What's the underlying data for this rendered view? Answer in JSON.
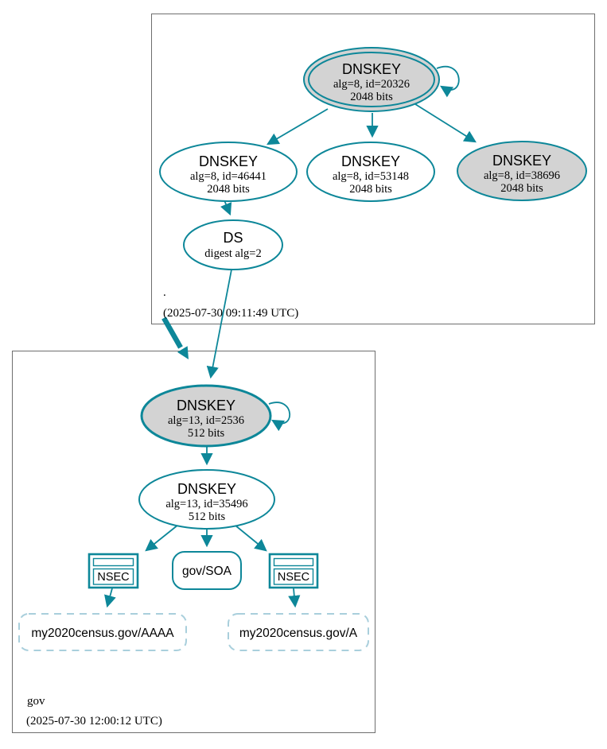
{
  "colors": {
    "accent_teal": "#0d8799",
    "node_gray_fill": "#d3d3d3",
    "cluster_border": "#6e6e6e",
    "insecure_dashed_border": "#a9cfdc"
  },
  "zones": {
    "root": {
      "label": ".",
      "timestamp": "(2025-07-30 09:11:49 UTC)"
    },
    "gov": {
      "label": "gov",
      "timestamp": "(2025-07-30 12:00:12 UTC)"
    }
  },
  "nodes": {
    "root_ksk": {
      "title": "DNSKEY",
      "meta": "alg=8, id=20326",
      "size": "2048 bits"
    },
    "root_zsk_46441": {
      "title": "DNSKEY",
      "meta": "alg=8, id=46441",
      "size": "2048 bits"
    },
    "root_zsk_53148": {
      "title": "DNSKEY",
      "meta": "alg=8, id=53148",
      "size": "2048 bits"
    },
    "root_key_38696": {
      "title": "DNSKEY",
      "meta": "alg=8, id=38696",
      "size": "2048 bits"
    },
    "root_ds": {
      "title": "DS",
      "meta": "digest alg=2"
    },
    "gov_ksk": {
      "title": "DNSKEY",
      "meta": "alg=13, id=2536",
      "size": "512 bits"
    },
    "gov_zsk": {
      "title": "DNSKEY",
      "meta": "alg=13, id=35496",
      "size": "512 bits"
    },
    "gov_nsec_left": {
      "label": "NSEC"
    },
    "gov_soa": {
      "label": "gov/SOA"
    },
    "gov_nsec_right": {
      "label": "NSEC"
    },
    "rrset_aaaa": {
      "label": "my2020census.gov/AAAA"
    },
    "rrset_a": {
      "label": "my2020census.gov/A"
    }
  }
}
